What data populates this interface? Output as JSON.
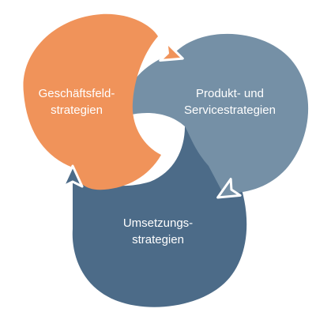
{
  "diagram": {
    "type": "cycle",
    "nodes": [
      {
        "id": "geschaeftsfeld",
        "lines": [
          "Geschäftsfeld-",
          "strategien"
        ],
        "color": "#F0935A"
      },
      {
        "id": "produkt",
        "lines": [
          "Produkt- und",
          "Servicestrategien"
        ],
        "color": "#7590A6"
      },
      {
        "id": "umsetzung",
        "lines": [
          "Umsetzungs-",
          "strategien"
        ],
        "color": "#4C6B88"
      }
    ],
    "edges": [
      {
        "from": "geschaeftsfeld",
        "to": "produkt"
      },
      {
        "from": "produkt",
        "to": "umsetzung"
      },
      {
        "from": "umsetzung",
        "to": "geschaeftsfeld"
      }
    ],
    "colors": {
      "arrow_outline": "#ffffff",
      "text": "#ffffff",
      "background": "#ffffff"
    }
  }
}
